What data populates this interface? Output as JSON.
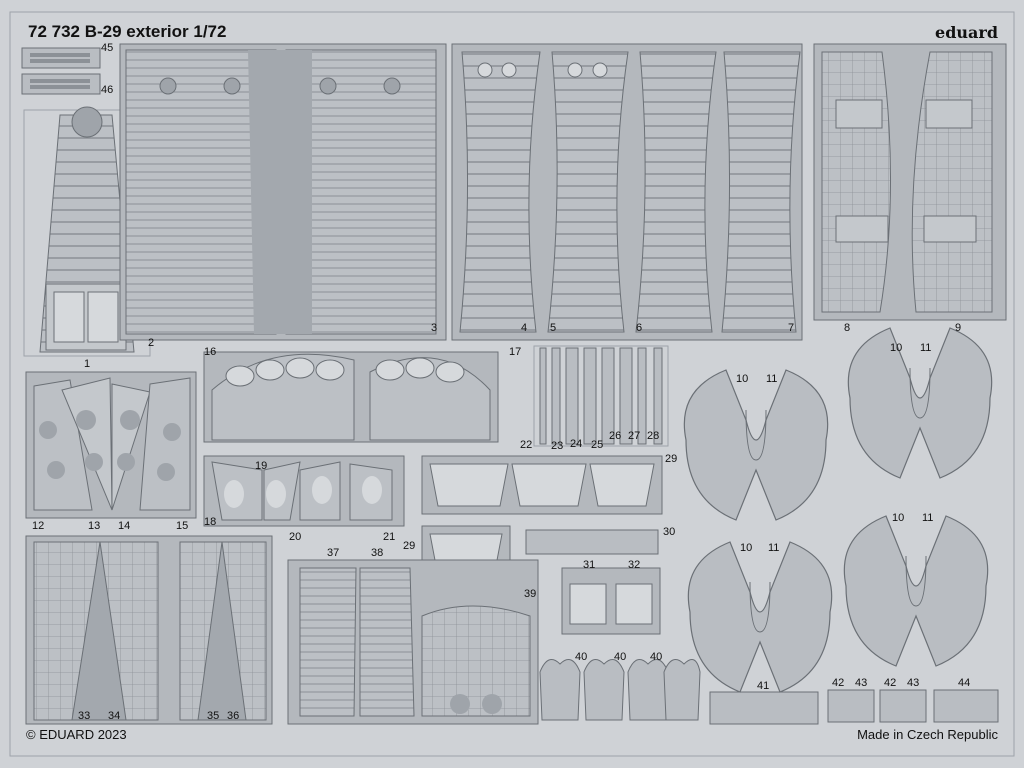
{
  "sheet": {
    "title": "72 732 B-29 exterior 1/72",
    "brand": "eduard",
    "copyright": "© EDUARD 2023",
    "origin": "Made in Czech Republic"
  },
  "part_numbers": [
    "1",
    "2",
    "3",
    "4",
    "5",
    "6",
    "7",
    "8",
    "9",
    "10",
    "11",
    "12",
    "13",
    "14",
    "15",
    "16",
    "17",
    "18",
    "19",
    "20",
    "21",
    "22",
    "23",
    "24",
    "25",
    "26",
    "27",
    "28",
    "29",
    "30",
    "31",
    "32",
    "33",
    "34",
    "35",
    "36",
    "37",
    "38",
    "39",
    "40",
    "41",
    "42",
    "43",
    "44",
    "45",
    "46"
  ],
  "colors": {
    "fret": "#cfd2d6",
    "part": "#b9bdc2",
    "part_dark": "#9fa4aa",
    "line": "#6b7076",
    "ink": "#111111"
  }
}
